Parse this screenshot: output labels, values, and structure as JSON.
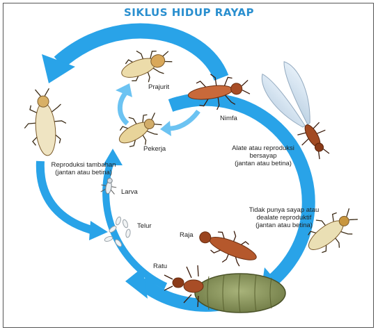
{
  "title": "SIKLUS HIDUP RAYAP",
  "colors": {
    "title": "#2a8fcf",
    "arrow": "#29a3e8",
    "arrow_light": "#6cc3f2"
  },
  "stages": {
    "prajurit": "Prajurit",
    "pekerja": "Pekerja",
    "nimfa": "Nimfa",
    "alate": {
      "line1": "Alate atau reproduksi",
      "line2": "bersayap",
      "line3": "(jantan atau betina)"
    },
    "dealate": {
      "line1": "Tidak punya sayap atau",
      "line2": "dealate reproduktif",
      "line3": "(jantan atau betina)"
    },
    "raja": "Raja",
    "ratu": "Ratu",
    "telur": "Telur",
    "larva": "Larva",
    "tambahan": {
      "line1": "Reproduksi tambahan",
      "line2": "(jantan atau betina)"
    }
  }
}
